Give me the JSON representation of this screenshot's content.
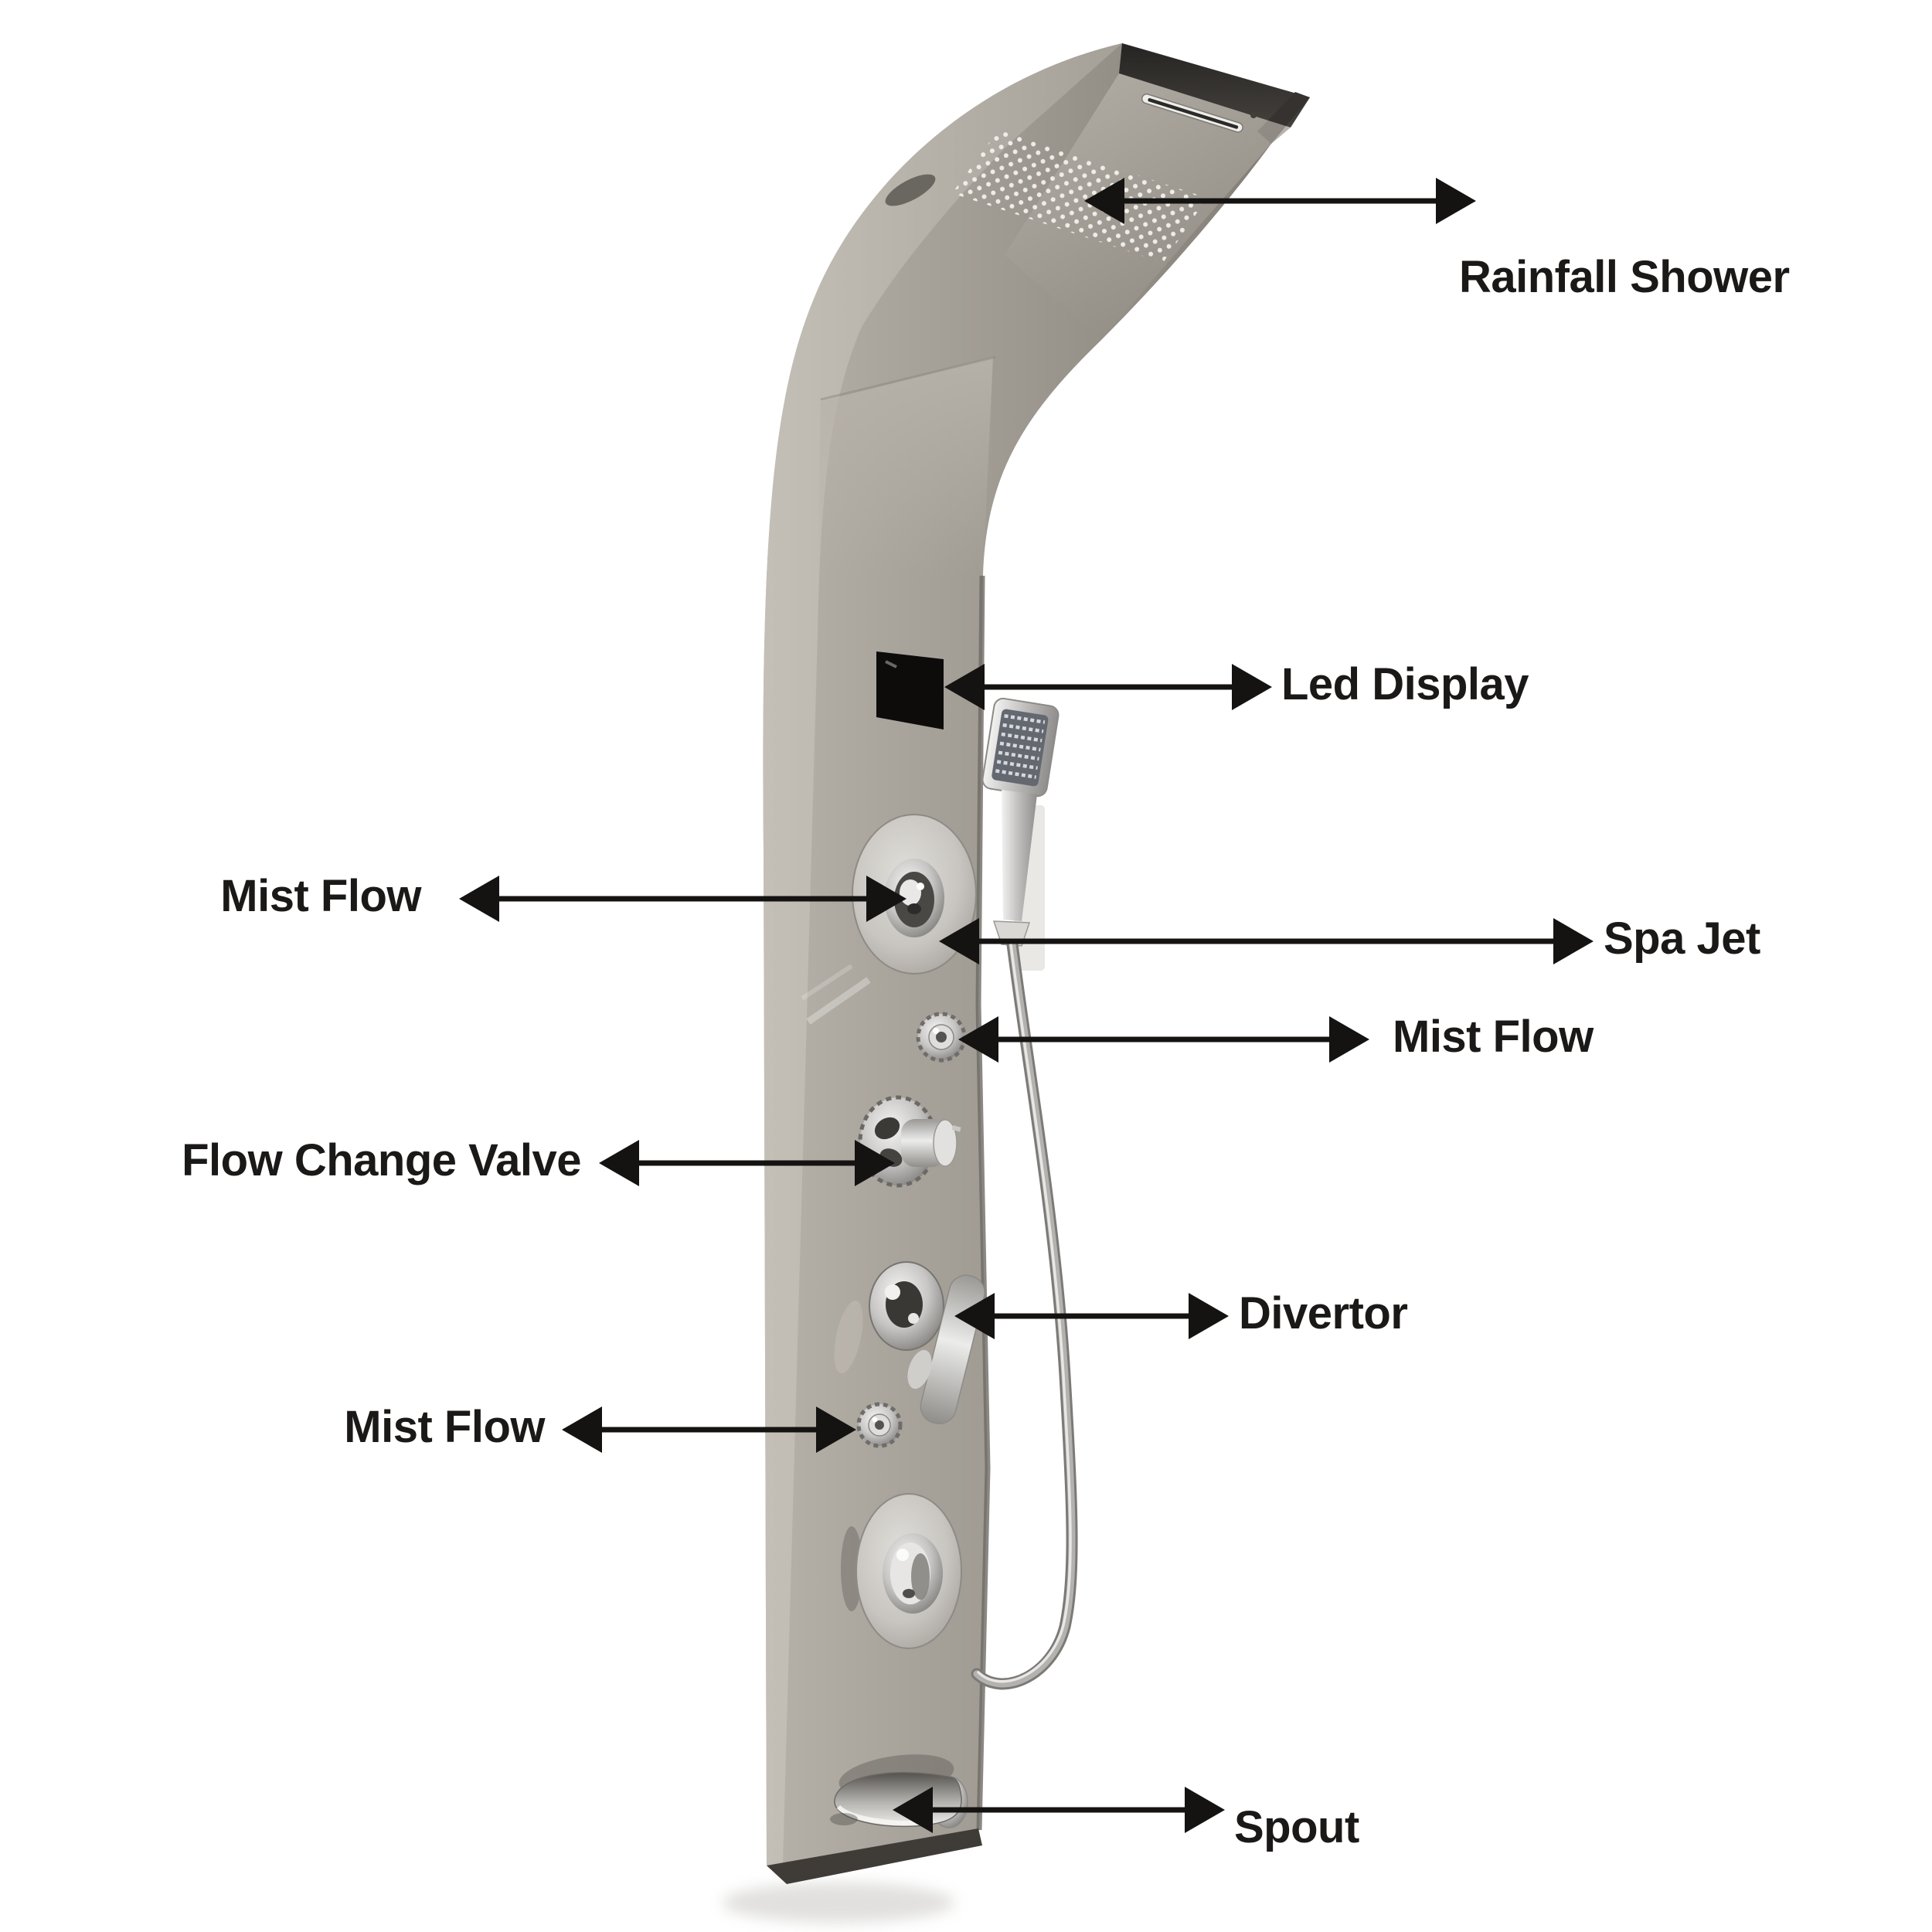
{
  "diagram": {
    "subject": "shower-panel-parts-diagram",
    "annotations": {
      "rainfall_shower": {
        "label": "Rainfall Shower"
      },
      "led_display": {
        "label": "Led Display"
      },
      "mist_flow_upper": {
        "label": "Mist Flow"
      },
      "spa_jet": {
        "label": "Spa Jet"
      },
      "mist_flow_right": {
        "label": "Mist Flow"
      },
      "flow_change_valve": {
        "label": "Flow Change Valve"
      },
      "divertor": {
        "label": "Divertor"
      },
      "mist_flow_lower": {
        "label": "Mist Flow"
      },
      "spout": {
        "label": "Spout"
      }
    },
    "colors": {
      "background": "#ffffff",
      "annotation_ink": "#141312",
      "panel_light": "#b9b4ac",
      "panel_mid": "#9a958d",
      "panel_dark": "#7e7971",
      "top_band_dark": "#262422",
      "chrome_light": "#f2f1ef",
      "chrome_dark": "#77756f",
      "led_black": "#0d0c0b"
    }
  }
}
